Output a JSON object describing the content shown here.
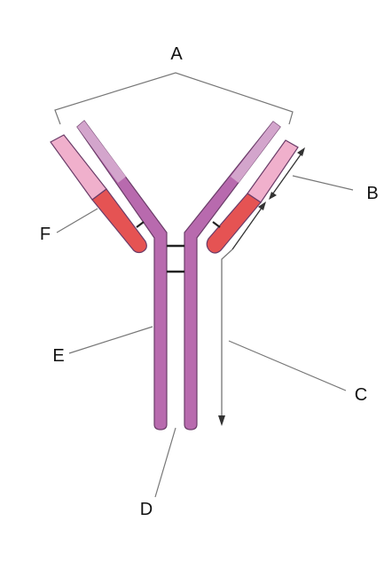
{
  "colors": {
    "heavy_chain": "#b86aae",
    "heavy_chain_light": "#d3a5cc",
    "light_chain_constant": "#f0b0cc",
    "light_chain_variable": "#e55353",
    "outline": "#6a3c68",
    "leader": "#777777",
    "arrow": "#333333",
    "bond": "#222222"
  },
  "labels": {
    "a": "A",
    "b": "B",
    "c": "C",
    "d": "D",
    "e": "E",
    "f": "F"
  }
}
